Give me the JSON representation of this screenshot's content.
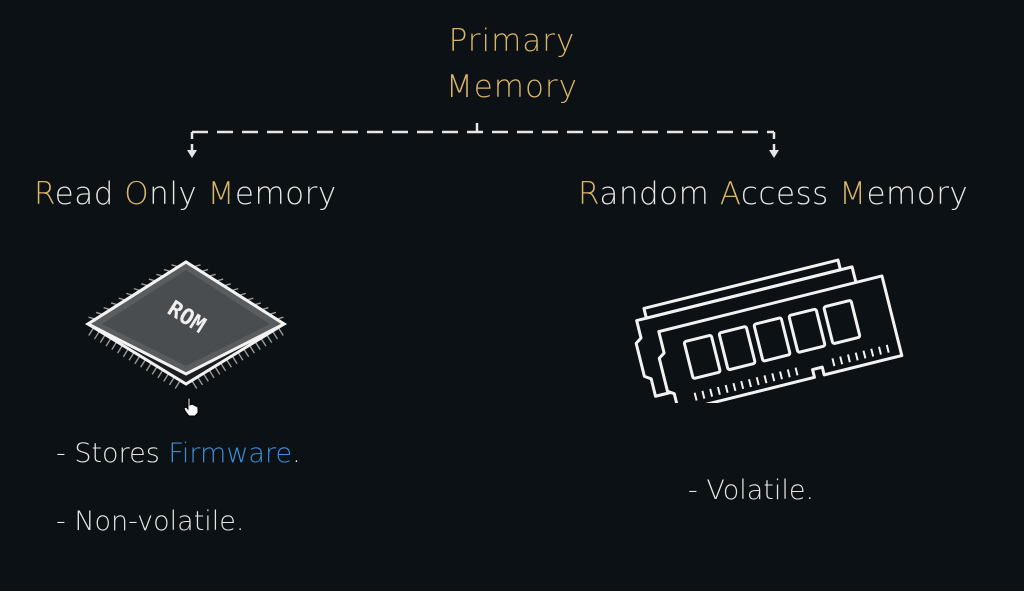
{
  "diagram": {
    "root": {
      "line1": "Primary",
      "line2": "Memory"
    },
    "branches": [
      {
        "heading_parts": [
          {
            "text": "R",
            "accent": true
          },
          {
            "text": "ead ",
            "accent": false
          },
          {
            "text": "O",
            "accent": true
          },
          {
            "text": "nly ",
            "accent": false
          },
          {
            "text": "M",
            "accent": true
          },
          {
            "text": "emory",
            "accent": false
          }
        ],
        "chip_label": "ROM",
        "bullets": [
          {
            "prefix": "- Stores ",
            "highlight": "Firmware",
            "suffix": "."
          },
          {
            "prefix": "- Non-volatile.",
            "highlight": "",
            "suffix": ""
          }
        ]
      },
      {
        "heading_parts": [
          {
            "text": "R",
            "accent": true
          },
          {
            "text": "andom ",
            "accent": false
          },
          {
            "text": "A",
            "accent": true
          },
          {
            "text": "ccess ",
            "accent": false
          },
          {
            "text": "M",
            "accent": true
          },
          {
            "text": "emory",
            "accent": false
          }
        ],
        "bullets": [
          {
            "prefix": "- Volatile.",
            "highlight": "",
            "suffix": ""
          }
        ]
      }
    ]
  },
  "colors": {
    "background": "#0b1114",
    "accent_gold": "#d9b46a",
    "highlight_blue": "#3f8fd6",
    "text": "#e6e6e6"
  },
  "icons": [
    "rom-chip-icon",
    "ram-sticks-icon",
    "hand-cursor-icon"
  ]
}
